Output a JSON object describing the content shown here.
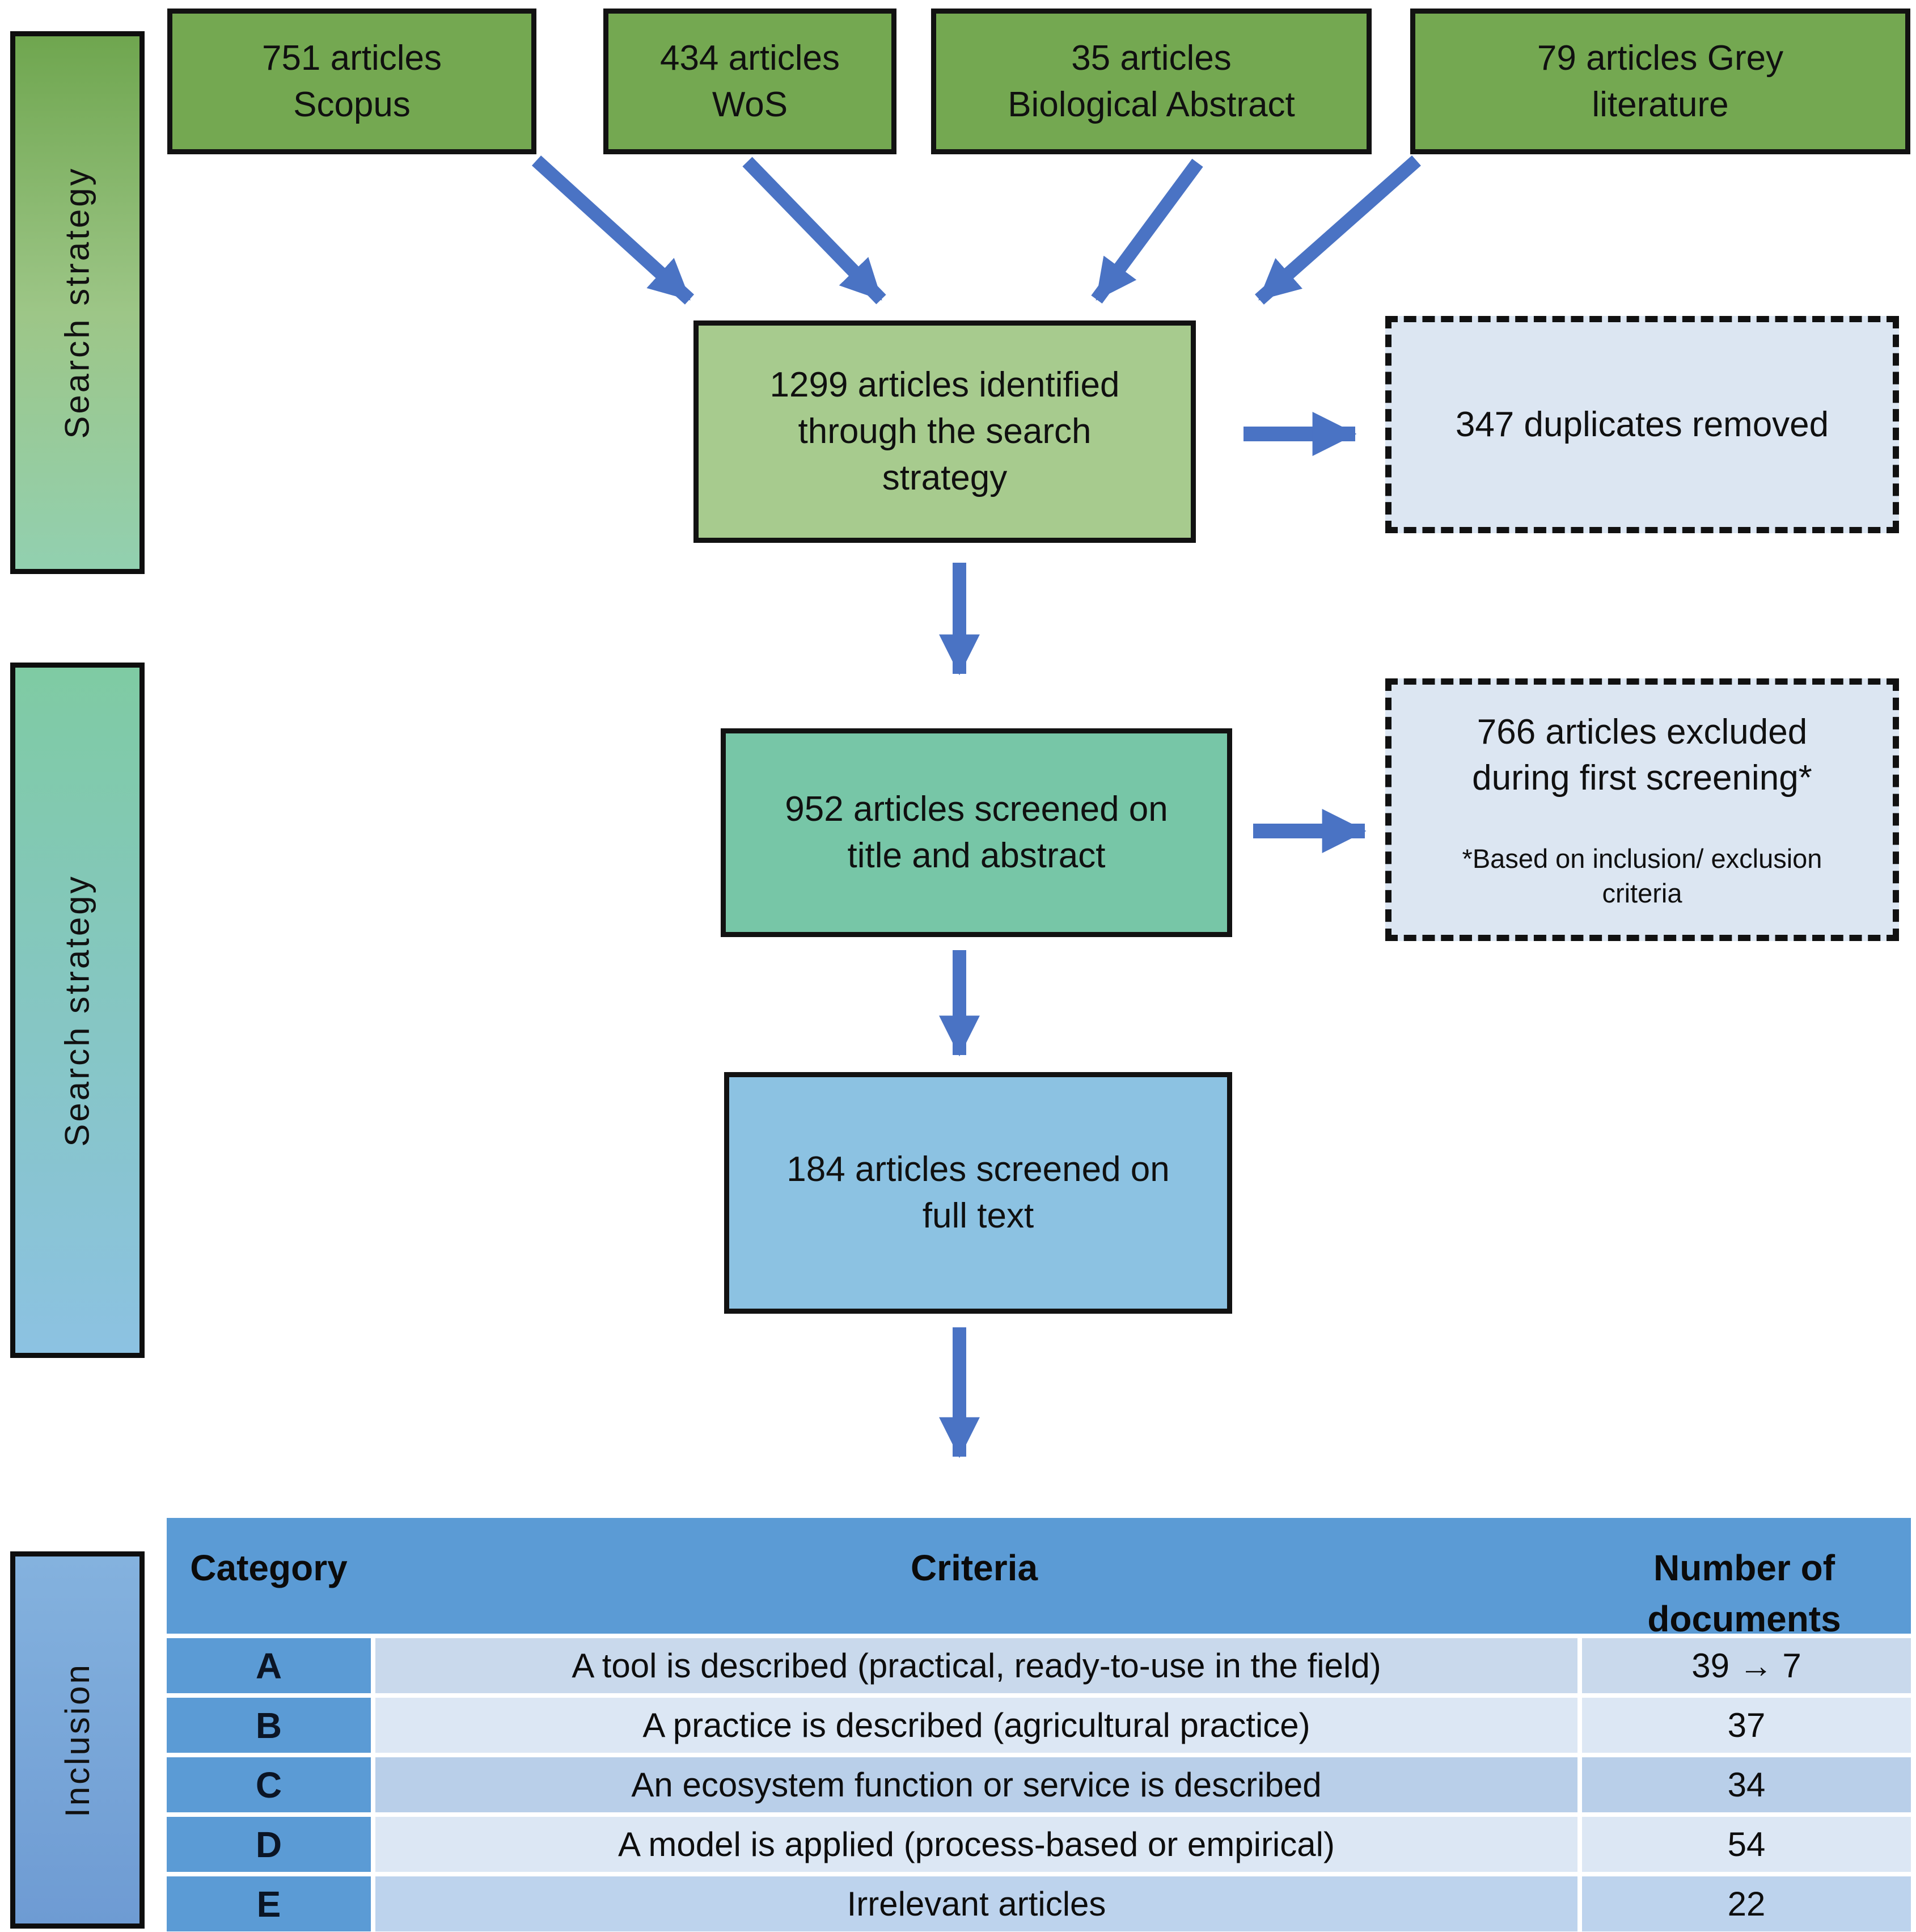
{
  "colors": {
    "arrow": "#4A73C4",
    "source-fill": "#74A851",
    "identified-fill": "#A7CB8E",
    "screened-fill": "#77C6A7",
    "fulltext-fill": "#8CC2E2",
    "dashed-fill": "#DCE6F2",
    "table-header-bg": "#5B9BD5",
    "row-a-bg": "#C9D9EC",
    "row-b-bg": "#DCE7F4",
    "row-c-bg": "#B9CFE9",
    "row-d-bg": "#DCE7F4",
    "row-e-bg": "#BDD3ED",
    "bar1-top": "#6FA64F",
    "bar1-mid": "#9DC687",
    "bar1-bottom": "#92D0B0",
    "bar2-top": "#7FCBA3",
    "bar2-bottom": "#8CC2E2",
    "bar3-top": "#84B2DE",
    "bar3-bottom": "#6E9BD3"
  },
  "sidebar": {
    "bars": [
      {
        "label": "Search strategy"
      },
      {
        "label": "Search strategy"
      },
      {
        "label": "Inclusion"
      }
    ]
  },
  "sources": {
    "scopus": {
      "label": "751 articles\nScopus"
    },
    "wos": {
      "label": "434 articles\nWoS"
    },
    "biological_abstract": {
      "label": "35 articles\nBiological Abstract"
    },
    "grey_literature": {
      "label": "79 articles Grey\nliterature"
    }
  },
  "flow": {
    "identified": {
      "label": "1299 articles identified\nthrough the search\nstrategy"
    },
    "duplicates": {
      "label": "347 duplicates removed"
    },
    "screened": {
      "label": "952 articles screened on\ntitle and abstract"
    },
    "excluded": {
      "label": "766 articles excluded\nduring first screening*",
      "note": "*Based on inclusion/ exclusion\ncriteria"
    },
    "fulltext": {
      "label": "184 articles screened on\nfull text"
    }
  },
  "table": {
    "headers": [
      "Category",
      "Criteria",
      "Number of\ndocuments"
    ],
    "rows": [
      {
        "category": "A",
        "criteria": "A tool is described (practical, ready-to-use in the field)",
        "count": "39 → 7"
      },
      {
        "category": "B",
        "criteria": "A practice is described (agricultural practice)",
        "count": "37"
      },
      {
        "category": "C",
        "criteria": "An ecosystem function or service is described",
        "count": "34"
      },
      {
        "category": "D",
        "criteria": "A model is applied (process-based or empirical)",
        "count": "54"
      },
      {
        "category": "E",
        "criteria": "Irrelevant articles",
        "count": "22"
      }
    ]
  }
}
